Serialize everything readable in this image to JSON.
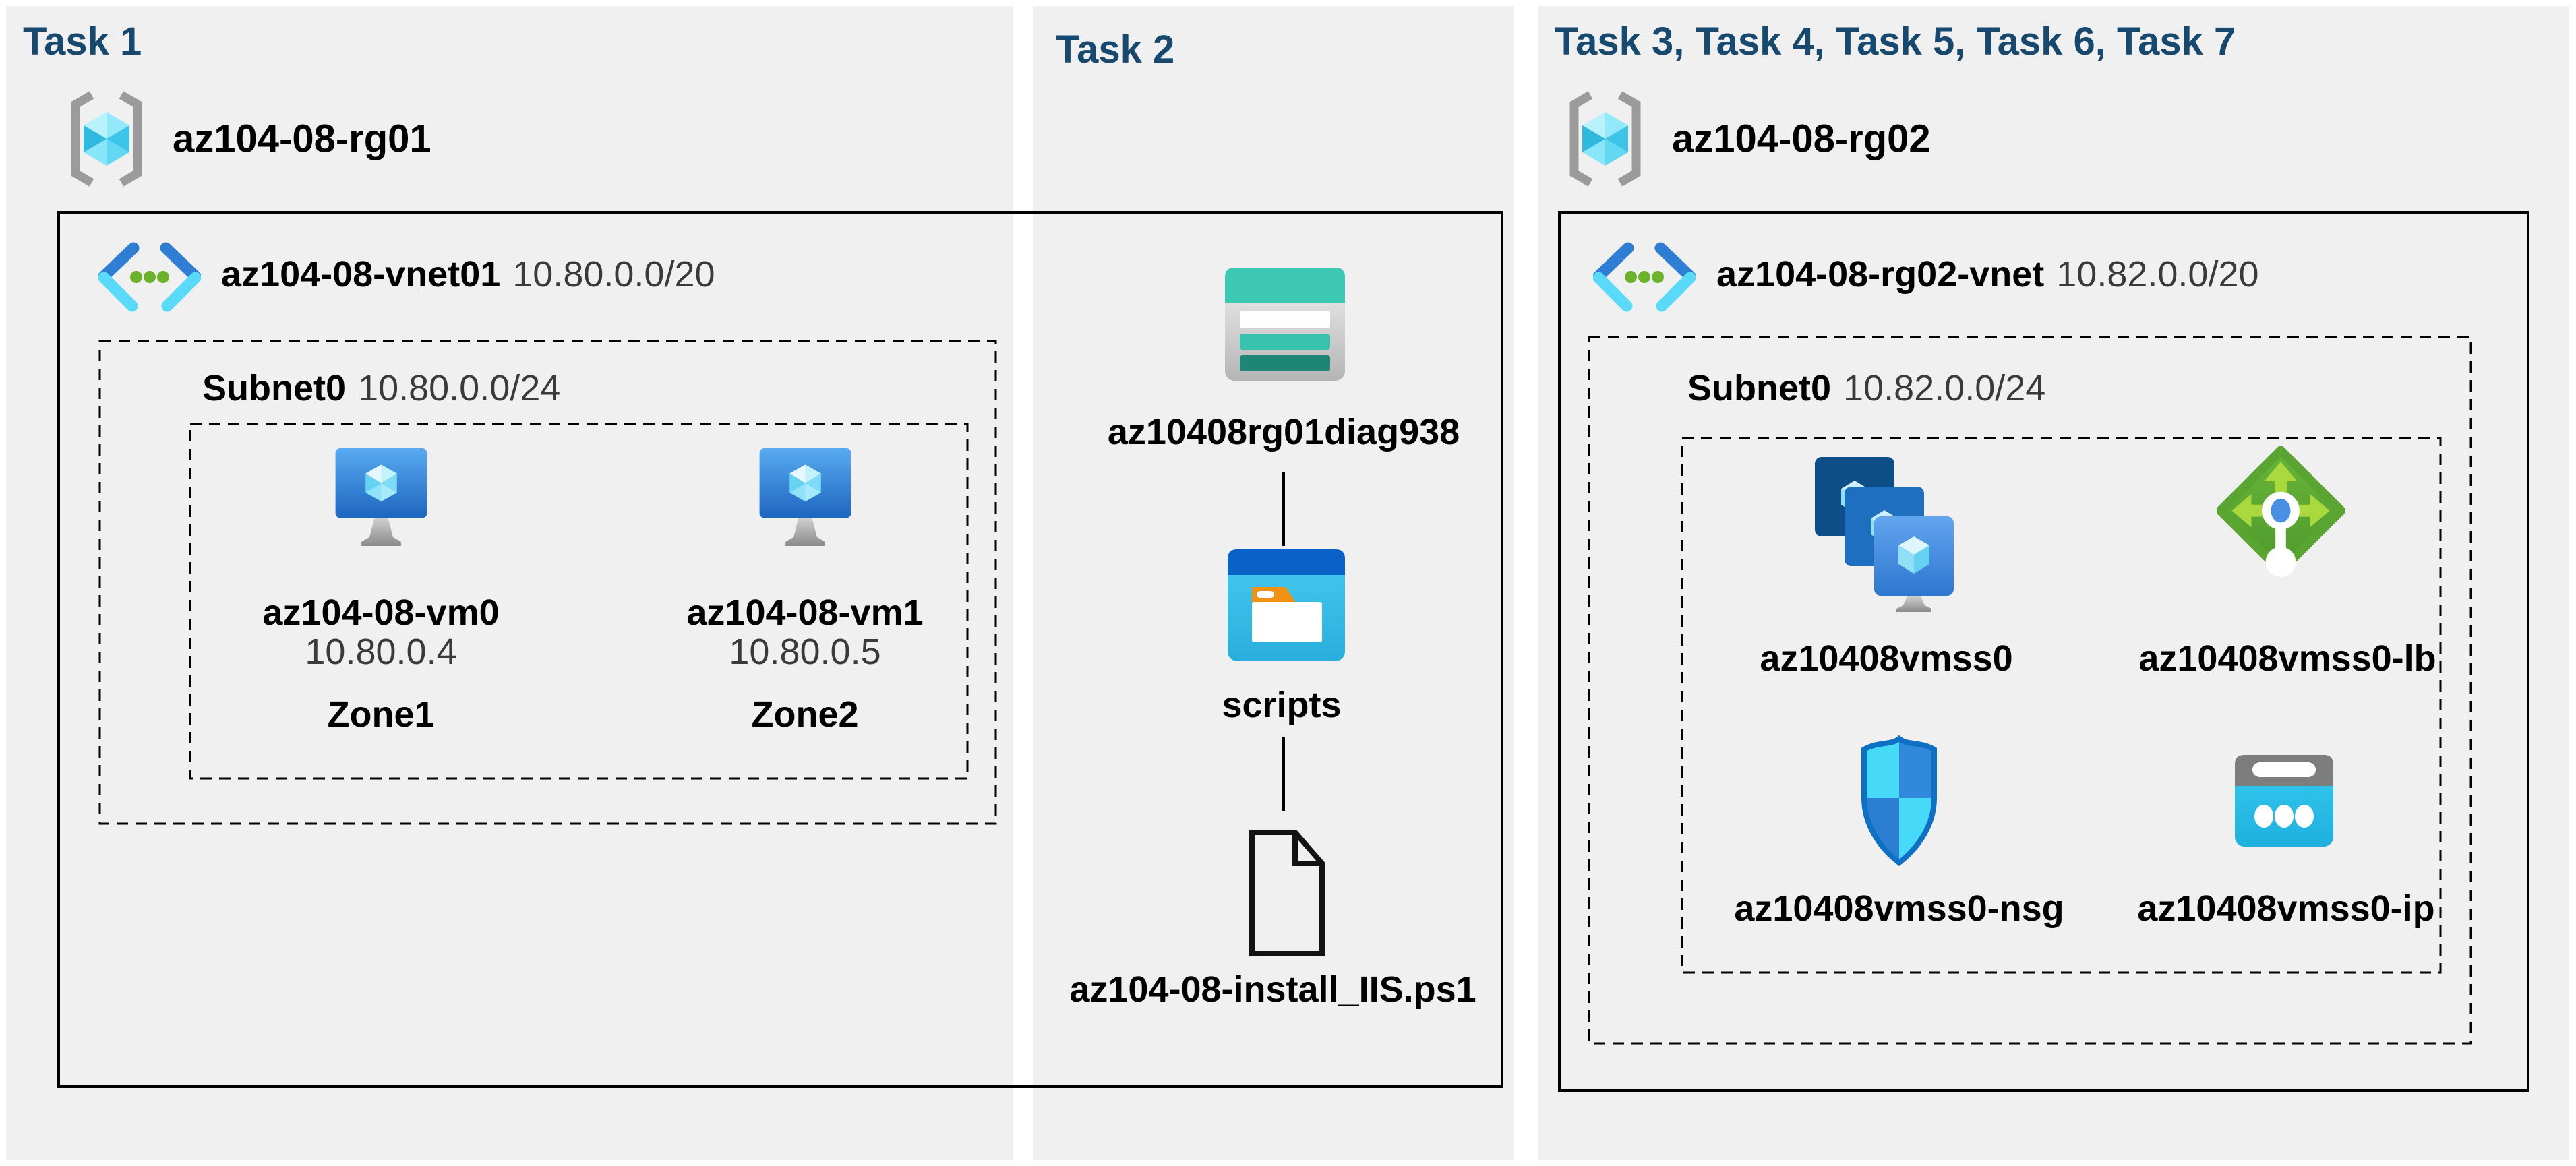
{
  "diagram": {
    "columns": [
      {
        "header": "Task 1",
        "resource_group": {
          "name": "az104-08-rg01",
          "icon": "resource-group-icon"
        },
        "vnet": {
          "name": "az104-08-vnet01",
          "cidr": "10.80.0.0/20",
          "icon": "virtual-network-icon"
        },
        "subnet": {
          "name": "Subnet0",
          "cidr": "10.80.0.0/24"
        },
        "vms": [
          {
            "name": "az104-08-vm0",
            "ip": "10.80.0.4",
            "zone": "Zone1",
            "icon": "virtual-machine-icon"
          },
          {
            "name": "az104-08-vm1",
            "ip": "10.80.0.5",
            "zone": "Zone2",
            "icon": "virtual-machine-icon"
          }
        ]
      },
      {
        "header": "Task 2",
        "storage_account": {
          "name": "az10408rg01diag938",
          "icon": "storage-account-icon"
        },
        "folder": {
          "name": "scripts",
          "icon": "folder-icon"
        },
        "script_file": {
          "name": "az104-08-install_IIS.ps1",
          "icon": "file-icon"
        }
      },
      {
        "header": "Task 3, Task 4, Task 5, Task 6, Task 7",
        "resource_group": {
          "name": "az104-08-rg02",
          "icon": "resource-group-icon"
        },
        "vnet": {
          "name": "az104-08-rg02-vnet",
          "cidr": "10.82.0.0/20",
          "icon": "virtual-network-icon"
        },
        "subnet": {
          "name": "Subnet0",
          "cidr": "10.82.0.0/24"
        },
        "resources": [
          {
            "name": "az10408vmss0",
            "icon": "vm-scale-set-icon"
          },
          {
            "name": "az10408vmss0-lb",
            "icon": "load-balancer-icon"
          },
          {
            "name": "az10408vmss0-nsg",
            "icon": "network-security-group-icon"
          },
          {
            "name": "az10408vmss0-ip",
            "icon": "public-ip-icon"
          }
        ]
      }
    ],
    "colors": {
      "column_background": "#f0f0f1",
      "header_text": "#17496f",
      "label_text": "#000000",
      "secondary_text": "#3a3a3a",
      "box_border": "#000000",
      "vnet_blue": "#2e7ed3",
      "vnet_cyan": "#58daf8",
      "dot_green": "#6cb22d",
      "lb_green": "#5aa531",
      "storage_teal": "#3dc8b3",
      "folder_blue": "#0a62c8",
      "ip_cyan": "#2bc4ec"
    }
  }
}
